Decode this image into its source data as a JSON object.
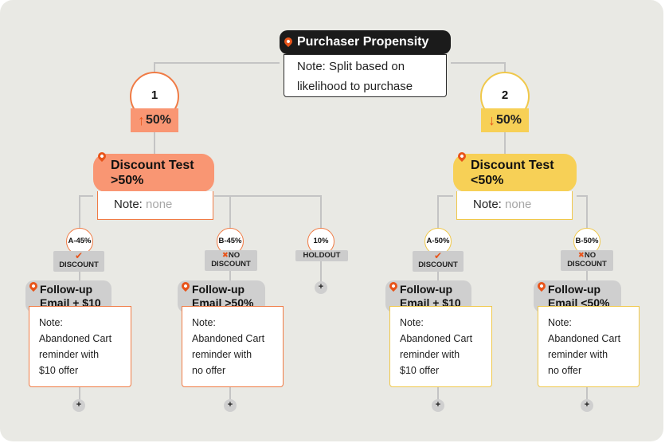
{
  "root": {
    "title": "Purchaser Propensity",
    "note_line1": "Note: Split based on",
    "note_line2": "likelihood to purchase"
  },
  "branches": [
    {
      "number": "1",
      "trend": "50%",
      "trend_direction": "up",
      "test_title_line1": "Discount Test",
      "test_title_line2": ">50%",
      "note_label": "Note:",
      "note_value": "none"
    },
    {
      "number": "2",
      "trend": "50%",
      "trend_direction": "down",
      "test_title_line1": "Discount Test",
      "test_title_line2": "<50%",
      "note_label": "Note:",
      "note_value": "none"
    }
  ],
  "splits": [
    {
      "pct": "A-45%",
      "tag": "DISCOUNT",
      "symbol": "✔",
      "fu_line1": "Follow-up",
      "fu_line2": "Email + $10",
      "note": [
        "Note:",
        "Abandoned Cart",
        "reminder with",
        "$10 offer"
      ],
      "add": "+"
    },
    {
      "pct": "B-45%",
      "tag_line1": "NO",
      "tag_line2": "DISCOUNT",
      "symbol": "✖",
      "fu_line1": "Follow-up",
      "fu_line2": "Email >50%",
      "note": [
        "Note:",
        "Abandoned Cart",
        "reminder with",
        "no offer"
      ],
      "add": "+"
    },
    {
      "pct": "10%",
      "tag": "HOLDOUT",
      "add": "+"
    },
    {
      "pct": "A-50%",
      "tag": "DISCOUNT",
      "symbol": "✔",
      "fu_line1": "Follow-up",
      "fu_line2": "Email + $10",
      "note": [
        "Note:",
        "Abandoned Cart",
        "reminder with",
        "$10 offer"
      ],
      "add": "+"
    },
    {
      "pct": "B-50%",
      "tag_line1": "NO",
      "tag_line2": "DISCOUNT",
      "symbol": "✖",
      "fu_line1": "Follow-up",
      "fu_line2": "Email <50%",
      "note": [
        "Note:",
        "Abandoned Cart",
        "reminder with",
        "no offer"
      ],
      "add": "+"
    }
  ],
  "icons": {
    "location": "location-pin-icon",
    "up": "arrow-up-icon",
    "down": "arrow-down-icon",
    "check": "check-icon",
    "cross": "x-icon",
    "plus": "plus-icon"
  },
  "colors": {
    "background": "#e9e9e4",
    "orange": "#f99673",
    "orange_border": "#f07b45",
    "yellow": "#f7d056",
    "yellow_border": "#f0c84a",
    "accent": "#e8541a",
    "dark": "#1b1b1b",
    "gray": "#cfcfcf"
  }
}
